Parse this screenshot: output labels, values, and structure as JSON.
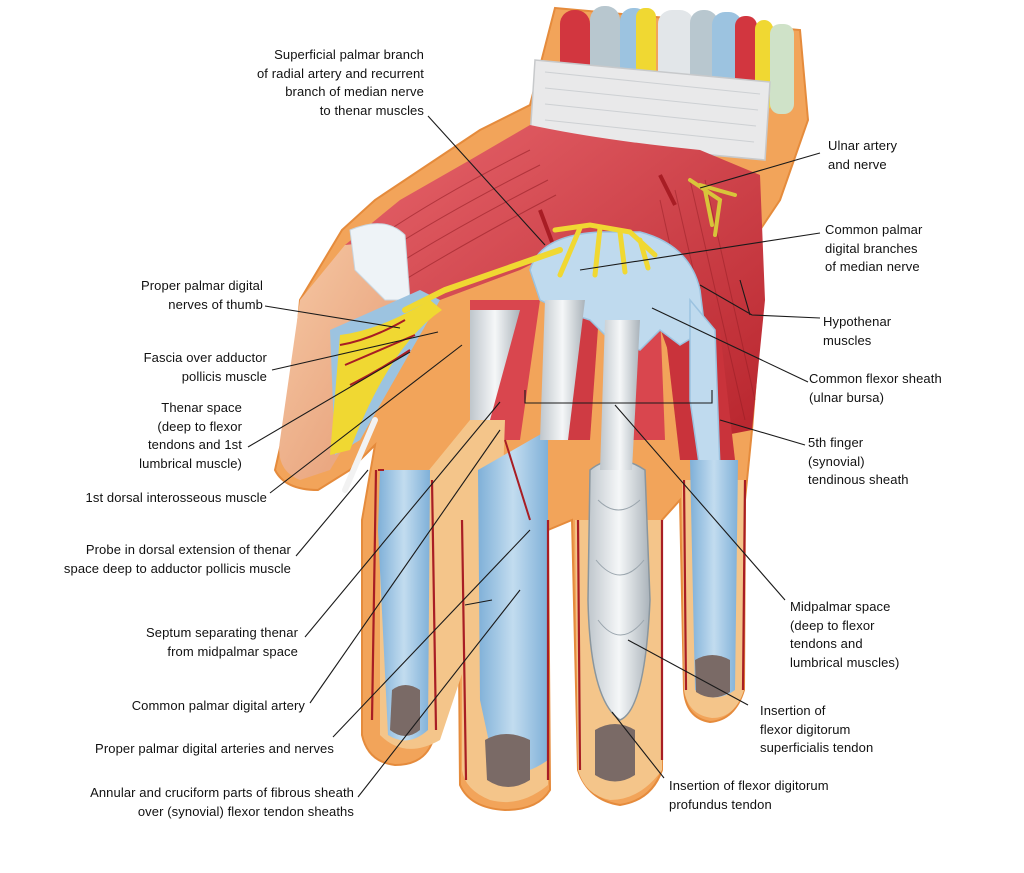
{
  "labels": {
    "superficial_palmar_branch": "Superficial palmar branch\nof radial artery and recurrent\nbranch of median nerve\nto thenar muscles",
    "ulnar_artery_nerve": "Ulnar artery\nand nerve",
    "common_palmar_digital_median": "Common palmar\ndigital branches\nof median nerve",
    "proper_palmar_digital_thumb": "Proper palmar digital\nnerves of thumb",
    "hypothenar_muscles": "Hypothenar\nmuscles",
    "fascia_adductor_pollicis": "Fascia over adductor\npollicis muscle",
    "common_flexor_sheath": "Common flexor sheath\n(ulnar bursa)",
    "thenar_space": "Thenar space\n(deep to flexor\ntendons and 1st\nlumbrical muscle)",
    "fifth_finger_sheath": "5th finger\n(synovial)\ntendinous sheath",
    "first_dorsal_interosseous": "1st dorsal interosseous muscle",
    "probe_dorsal_extension": "Probe in dorsal extension of thenar\nspace deep to adductor pollicis muscle",
    "midpalmar_space": "Midpalmar space\n(deep to flexor\ntendons and\nlumbrical muscles)",
    "septum_thenar_midpalmar": "Septum separating thenar\nfrom midpalmar space",
    "insertion_fds": "Insertion of\nflexor digitorum\nsuperficialis tendon",
    "common_palmar_digital_artery": "Common palmar digital artery",
    "proper_palmar_digital_arteries": "Proper palmar digital arteries and nerves",
    "insertion_fdp": "Insertion of flexor digitorum\nprofundus tendon",
    "annular_cruciform_sheath": "Annular and cruciform parts of fibrous sheath\nover (synovial) flexor tendon sheaths"
  },
  "colors": {
    "muscle": "#d2363f",
    "muscle_light": "#e8737a",
    "skin_edge": "#f2a45a",
    "sheath": "#9cc3e0",
    "sheath_light": "#bfdaee",
    "nerve": "#f0d832",
    "tendon": "#e6e6e6",
    "artery": "#a81d24"
  }
}
